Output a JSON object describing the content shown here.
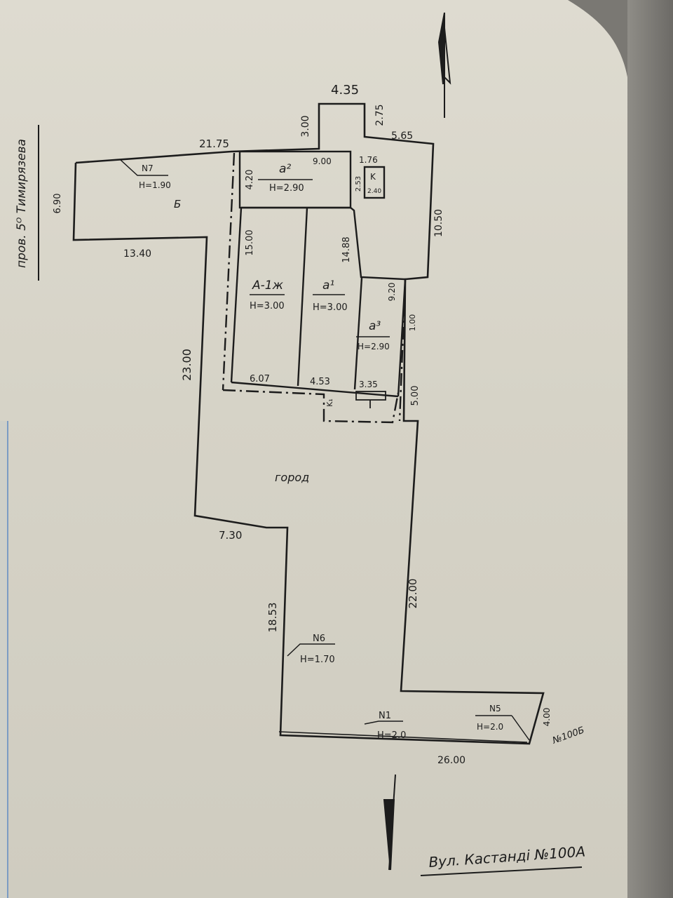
{
  "plan": {
    "streets": {
      "left": "пров. 5ᴼ Тимирязева",
      "bottom": "Вул. Кастанді №100А",
      "neighbor": "№100Б"
    },
    "dimensions": {
      "top_wall": "21.75",
      "ext_width": "4.35",
      "ext_left_height": "3.00",
      "ext_right_height": "2.75",
      "ext_right_step": "5.65",
      "left_height": "6.90",
      "left_bottom": "13.40",
      "right_upper": "10.50",
      "yard_left": "23.00",
      "yard_step": "7.30",
      "lower_left": "18.53",
      "lower_right": "22.00",
      "bottom_wall": "26.00",
      "corner_height": "4.00",
      "right_mid": "5.00",
      "a2_depth": "4.20",
      "a2_width": "9.00",
      "kiosk_width": "1.76",
      "kiosk_depth": "2.53",
      "a1zh_depth": "15.00",
      "a1_depth": "14.88",
      "a3_depth": "9.20",
      "a3_side": "1.00",
      "a1zh_width": "6.07",
      "a1_width": "4.53",
      "a3_width": "3.35"
    },
    "fences": {
      "n7": {
        "label": "N7",
        "height": "H=1.90"
      },
      "n6": {
        "label": "N6",
        "height": "H=1.70"
      },
      "n1": {
        "label": "N1",
        "height": "H=2.0"
      },
      "n5": {
        "label": "N5",
        "height": "H=2.0"
      }
    },
    "rooms": {
      "a1zh": {
        "label": "A-1ж",
        "height": "H=3.00"
      },
      "a1": {
        "label": "a¹",
        "height": "H=3.00"
      },
      "a2": {
        "label": "a²",
        "height": "H=2.90"
      },
      "a3": {
        "label": "a³",
        "height": "H=2.90"
      },
      "k": {
        "label": "K",
        "height": "2.40"
      },
      "k1": {
        "label": "K₁"
      }
    },
    "labels": {
      "garden": "город",
      "zone_b": "Б"
    }
  }
}
